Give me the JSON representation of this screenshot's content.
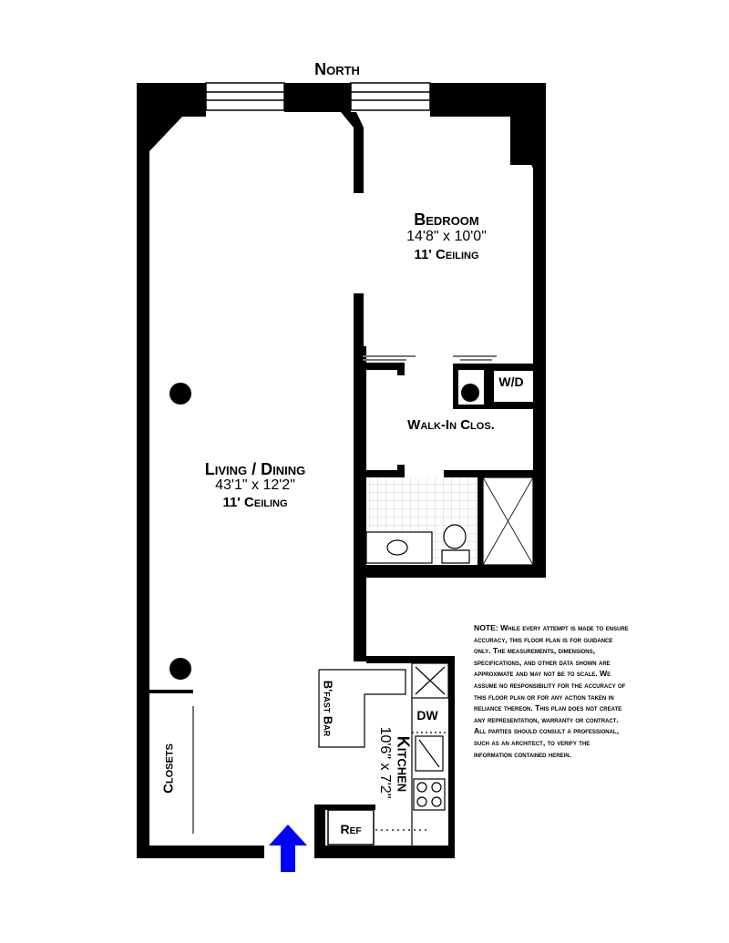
{
  "compass": "North",
  "rooms": {
    "bedroom": {
      "name": "Bedroom",
      "dimensions": "14'8\" x 10'0\"",
      "ceiling": "11' Ceiling"
    },
    "living": {
      "name": "Living / Dining",
      "dimensions": "43'1\" x 12'2\"",
      "ceiling": "11' Ceiling"
    },
    "walkin": {
      "name": "Walk-In Clos."
    },
    "kitchen": {
      "name": "Kitchen",
      "dimensions": "10'6\" x 7'2\""
    },
    "closets": {
      "name": "Closets"
    }
  },
  "fixtures": {
    "washer_dryer": "W/D",
    "dishwasher": "DW",
    "refrigerator": "Ref",
    "breakfast_bar": "B'fast Bar"
  },
  "entrance_arrow_color": "#0000ff",
  "note": "NOTE: While every attempt is made to ensure accuracy, this floor plan is for guidance only. The measurements, dimensions, specifications, and other data shown are approximate and may not be to scale. We assume no responsibility for the accuracy of this floor plan or for any action taken in reliance thereon. This plan does not create any representation, warranty or contract. All parties should consult a professional, such as an architect, to verify the information contained herein."
}
